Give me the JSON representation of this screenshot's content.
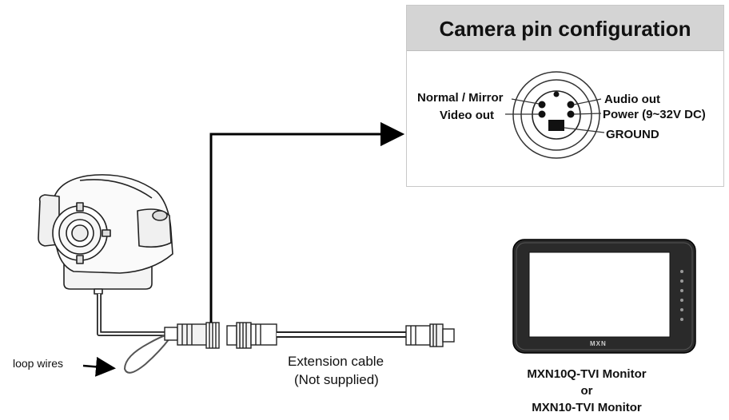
{
  "pin_panel": {
    "title": "Camera pin configuration",
    "pins": {
      "normal_mirror": "Normal / Mirror",
      "video_out": "Video out",
      "audio_out": "Audio out",
      "power": "Power (9~32V DC)",
      "ground": "GROUND"
    }
  },
  "labels": {
    "loop_wires": "loop wires",
    "extension_cable": "Extension cable",
    "not_supplied": "(Not supplied)"
  },
  "monitor": {
    "brand": "MXN",
    "caption_line1": "MXN10Q-TVI Monitor",
    "caption_line2": "or",
    "caption_line3": "MXN10-TVI Monitor"
  }
}
